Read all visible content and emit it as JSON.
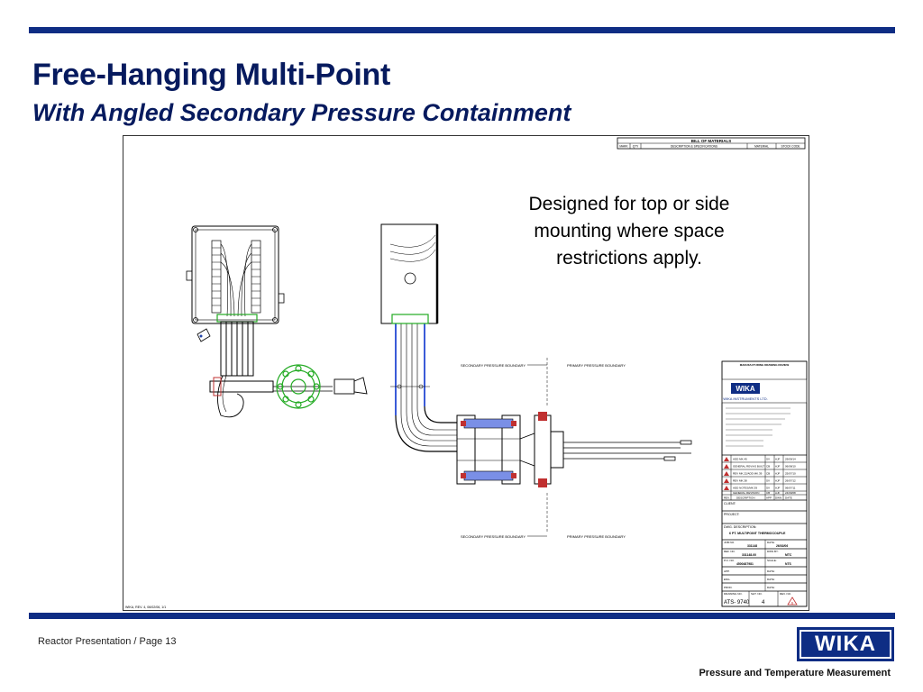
{
  "slide": {
    "title": "Free-Hanging Multi-Point",
    "subtitle": "With Angled Secondary Pressure Containment",
    "caption": "Designed for top or side mounting where space restrictions apply.",
    "footer_left": "Reactor Presentation / Page 13",
    "footer_right": "Pressure and Temperature Measurement",
    "logo_text": "WIKA",
    "brand_color": "#0e2d84"
  },
  "drawing": {
    "bom_title": "BILL OF MATERIALS",
    "bom_headers": [
      "MARK",
      "QTY",
      "DESCRIPTION & SPECIFICATIONS",
      "MATERIAL",
      "STOCK CODE"
    ],
    "labels": {
      "secondary_boundary": "SECONDARY PRESSURE BOUNDARY",
      "primary_boundary": "PRIMARY PRESSURE BOUNDARY"
    },
    "title_block": {
      "review_title": "MANUFACTURING DRAWING REVIEW",
      "logo": "WIKA",
      "company": "WIKA INSTRUMENTS LTD.",
      "revision_headers": [
        "REV.",
        "DESCRIPTION",
        "APP",
        "DWN",
        "DATE"
      ],
      "revisions": [
        {
          "rev": "5",
          "desc": "ADD MK.45",
          "app": "SV",
          "dwn": "AJF",
          "date": "29/09/14"
        },
        {
          "rev": "4",
          "desc": "GENERAL REV/AS BUILT",
          "app": "CB",
          "dwn": "AJF",
          "date": "06/08/10"
        },
        {
          "rev": "3",
          "desc": "REV MK.22/ADD MK.39",
          "app": "CB",
          "dwn": "AJF",
          "date": "25/07/10"
        },
        {
          "rev": "2",
          "desc": "REV MK.38",
          "app": "SV",
          "dwn": "AJF",
          "date": "26/07/12"
        },
        {
          "rev": "1",
          "desc": "ADD NOTES/MK.39",
          "app": "SV",
          "dwn": "AJF",
          "date": "06/07/11"
        },
        {
          "rev": "0",
          "desc": "GENERAL REVISION",
          "app": "CB",
          "dwn": "AJF",
          "date": "24/09/08"
        }
      ],
      "client_label": "CLIENT:",
      "project_label": "PROJECT:",
      "dwg_desc_label": "DWG. DESCRIPTION:",
      "dwg_desc": "6 PT. MULTIPOINT THERMOCOUPLE",
      "job_label": "JOB NO.",
      "job_no": "331148",
      "date_label": "DATE:",
      "date": "26/02/06",
      "ref_label": "REF. NO.",
      "ref_no": "331148-00",
      "dwn_by_label": "DWN BY:",
      "dwn_by": "MTC",
      "po_label": "P.O. NO.",
      "po_no": "4500487981",
      "scale_label": "SCALE:",
      "scale": "NTS",
      "app_label": "APP.",
      "eng_label": "ENG.",
      "prod_label": "PROD.",
      "drawing_no_label": "DRAWING NO.",
      "drawing_no": "ATS- 9740",
      "sht_label": "SHT. NO.",
      "sht_no": "4",
      "rev_label": "REV. NO.",
      "rev_no": "6"
    },
    "footer_note": "WIKA, REV. 4, 06/02/06, 1/1"
  }
}
